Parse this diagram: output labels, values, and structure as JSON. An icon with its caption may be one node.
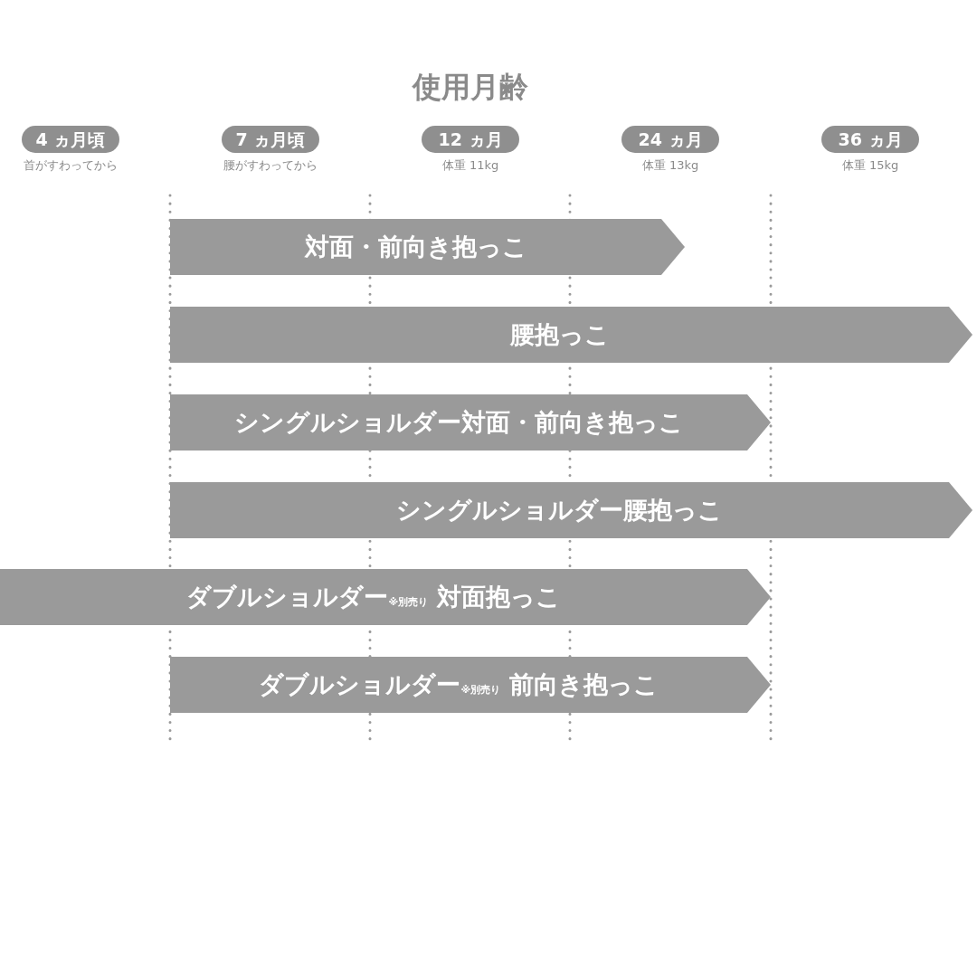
{
  "diagram": {
    "title": "使用月齢",
    "nodes": [
      {
        "text": [
          "4 ヵ月頃"
        ],
        "beside": [
          "首がすわってから"
        ]
      },
      {
        "text": [
          "7 ヵ月頃"
        ],
        "beside": [
          "腰がすわってから"
        ]
      },
      {
        "text": [
          "12 ヵ月"
        ],
        "beside": [
          "体重 11kg"
        ]
      },
      {
        "text": [
          "24 ヵ月"
        ],
        "beside": [
          "体重 13kg"
        ]
      },
      {
        "text": [
          "36 ヵ月"
        ],
        "beside": [
          "体重 15kg"
        ]
      },
      {
        "text": [
          "対面・前向き抱っこ"
        ]
      },
      {
        "text": [
          "腰抱っこ"
        ]
      },
      {
        "text": [
          "シングルショルダー対面・前向き抱っこ"
        ]
      },
      {
        "text": [
          "シングルショルダー腰抱っこ"
        ]
      },
      {
        "text": [
          "ダブルショルダー$_{※別売り}$ 対面抱っこ"
        ]
      },
      {
        "text": [
          "ダブルショルダー$_{※別売り}$ 前向き抱っこ"
        ]
      }
    ],
    "edges": []
  }
}
